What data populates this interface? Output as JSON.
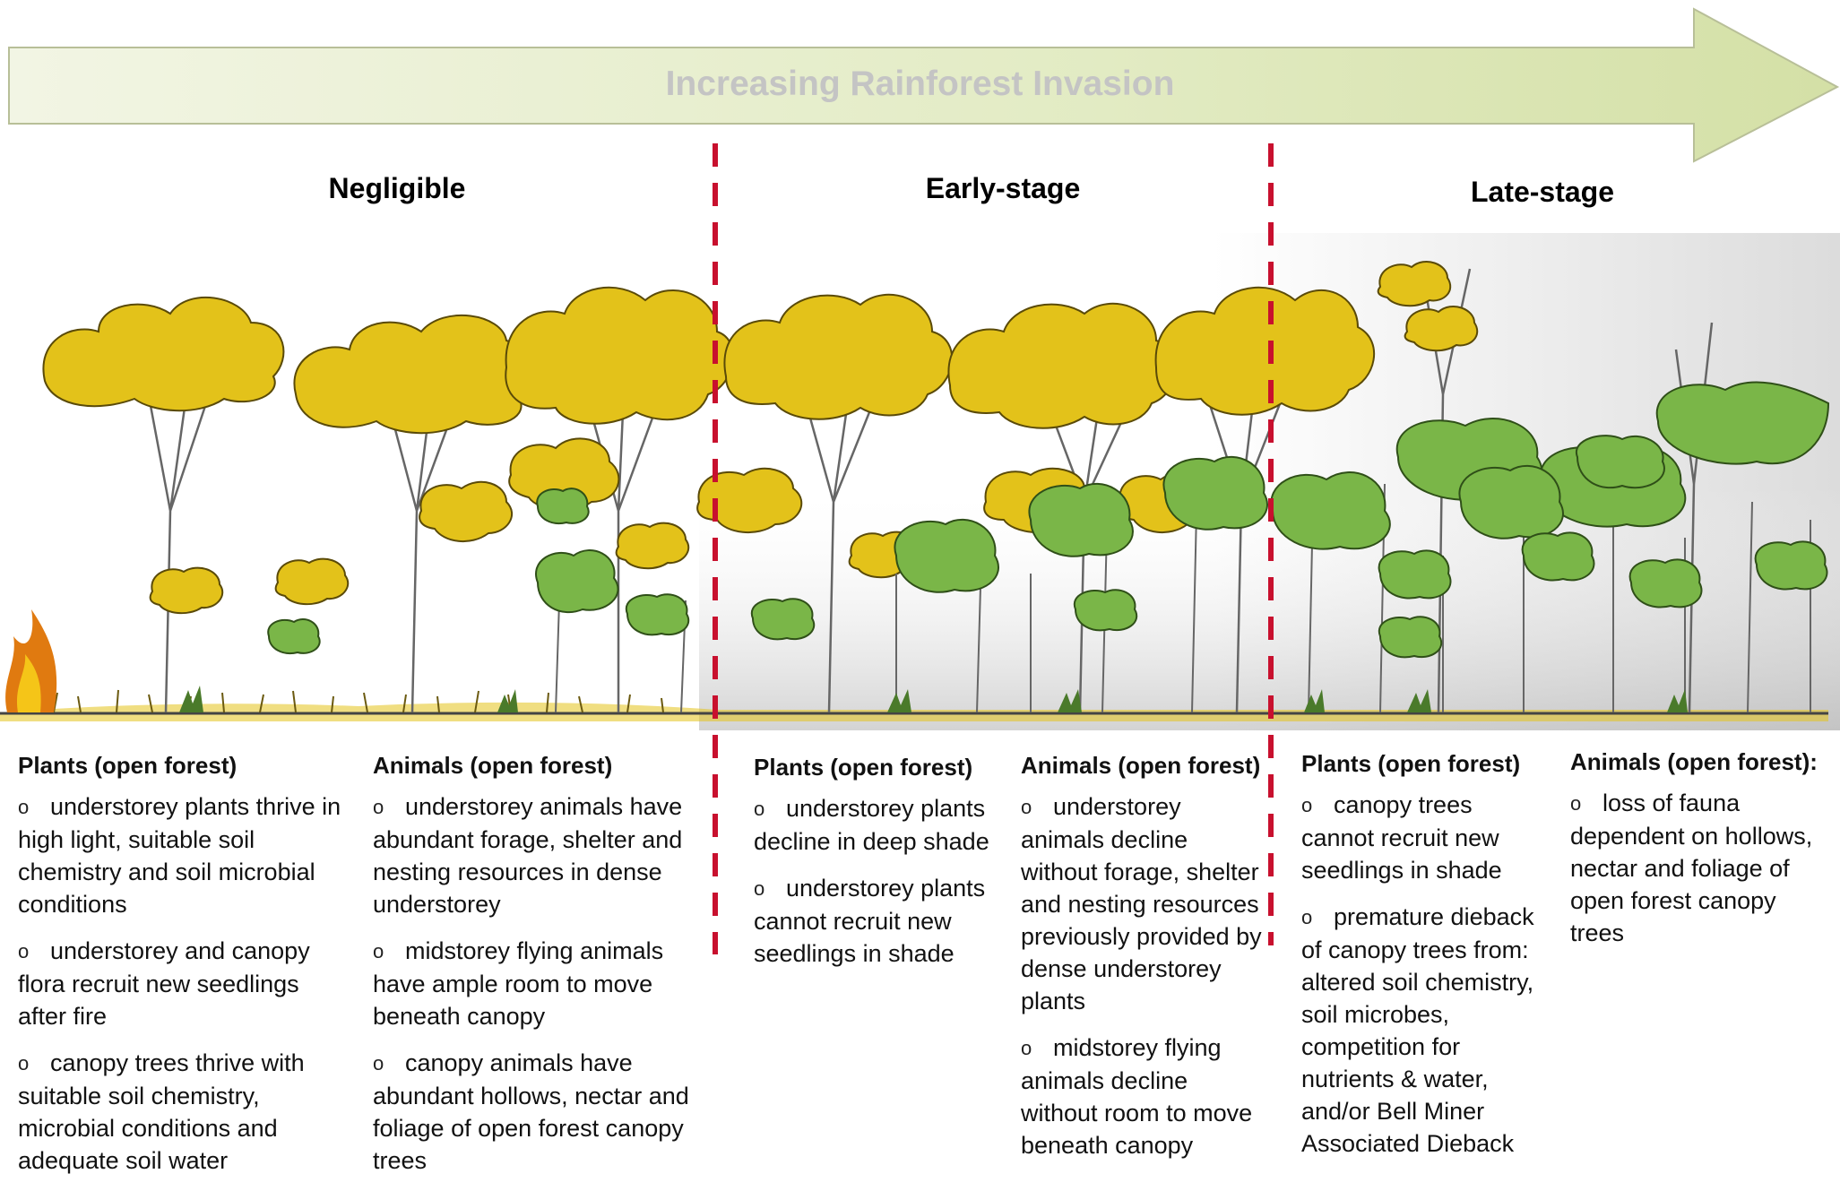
{
  "arrow": {
    "label": "Increasing Rainforest Invasion"
  },
  "stages": [
    {
      "title": "Negligible"
    },
    {
      "title": "Early-stage"
    },
    {
      "title": "Late-stage"
    }
  ],
  "columns": [
    {
      "heading": "Plants (open forest)",
      "items": [
        "understorey plants thrive in high light, suitable soil chemistry and soil microbial conditions",
        "understorey and canopy flora recruit new seedlings after fire",
        "canopy trees thrive with suitable soil chemistry, microbial conditions and adequate soil water"
      ]
    },
    {
      "heading": "Animals (open forest)",
      "items": [
        "understorey animals have abundant forage, shelter and nesting resources in dense understorey",
        "midstorey flying animals have ample room to move beneath canopy",
        "canopy animals have abundant hollows, nectar and foliage of open forest canopy trees"
      ]
    },
    {
      "heading": "Plants (open forest)",
      "items": [
        "understorey plants decline in deep shade",
        "understorey plants cannot recruit new seedlings in shade"
      ]
    },
    {
      "heading": "Animals (open forest)",
      "items": [
        "understorey animals decline without forage, shelter and nesting resources previously provided by dense understorey plants",
        "midstorey flying animals decline without room to move beneath canopy"
      ]
    },
    {
      "heading": "Plants (open forest)",
      "items": [
        "canopy trees cannot recruit new seedlings in shade",
        "premature dieback of canopy trees from: altered soil chemistry, soil microbes, competition for nutrients & water, and/or Bell Miner Associated Dieback"
      ]
    },
    {
      "heading": "Animals (open forest):",
      "items": [
        "loss of fauna dependent on hollows, nectar and foliage of open forest canopy trees"
      ]
    }
  ],
  "bullet_symbol": "o",
  "colors": {
    "eucalypt_yellow": "#e3c21a",
    "rainforest_green": "#7ab648",
    "divider_red": "#c8102e",
    "arrow_fill": "#e6eccc",
    "arrow_text": "#c4c4c4"
  }
}
